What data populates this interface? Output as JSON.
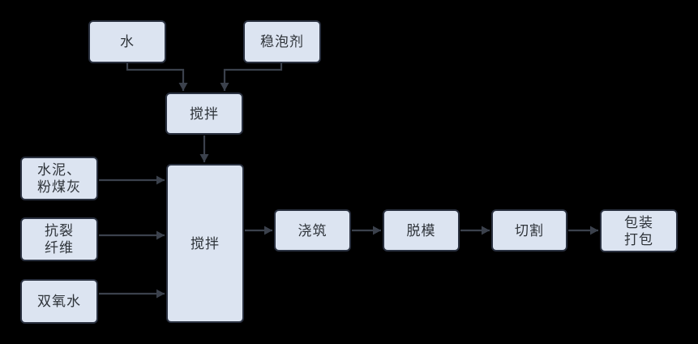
{
  "colors": {
    "background": "#000000",
    "node_fill": "#dce4f1",
    "node_border": "#2a3140",
    "connector": "#3b414c",
    "text": "#2f343a"
  },
  "nodes": {
    "water": {
      "label": "水"
    },
    "stabilizer": {
      "label": "稳泡剂"
    },
    "premix": {
      "label": "搅拌"
    },
    "cement": {
      "label": "水泥、\n粉煤灰"
    },
    "fiber": {
      "label": "抗裂\n纤维"
    },
    "peroxide": {
      "label": "双氧水"
    },
    "mainmix": {
      "label": "搅拌"
    },
    "pour": {
      "label": "浇筑"
    },
    "demold": {
      "label": "脱模"
    },
    "cut": {
      "label": "切割"
    },
    "pack": {
      "label": "包装\n打包"
    }
  },
  "edges": [
    {
      "from": "water",
      "to": "premix"
    },
    {
      "from": "stabilizer",
      "to": "premix"
    },
    {
      "from": "premix",
      "to": "mainmix"
    },
    {
      "from": "cement",
      "to": "mainmix"
    },
    {
      "from": "fiber",
      "to": "mainmix"
    },
    {
      "from": "peroxide",
      "to": "mainmix"
    },
    {
      "from": "mainmix",
      "to": "pour"
    },
    {
      "from": "pour",
      "to": "demold"
    },
    {
      "from": "demold",
      "to": "cut"
    },
    {
      "from": "cut",
      "to": "pack"
    }
  ]
}
